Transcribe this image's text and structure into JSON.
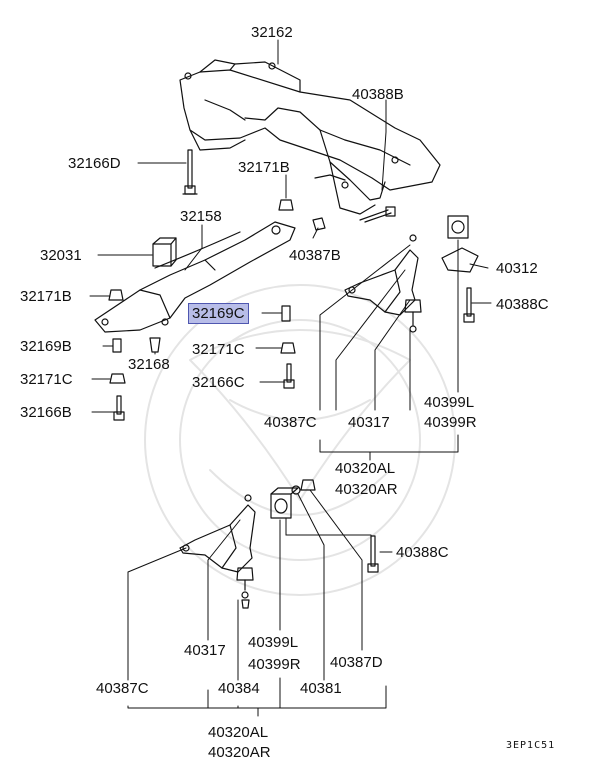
{
  "diagram": {
    "highlight_color": "#b8bde8",
    "line_color": "#111111",
    "watermark_color": "#e4e4e4",
    "labels": {
      "p32162": "32162",
      "p40388B": "40388B",
      "p32166D": "32166D",
      "p32171B_top": "32171B",
      "p32158": "32158",
      "p40387B": "40387B",
      "p32031": "32031",
      "p40312": "40312",
      "p32171B_left": "32171B",
      "p32169C": "32169C",
      "p40388C_top": "40388C",
      "p32169B": "32169B",
      "p32168": "32168",
      "p32171C_mid": "32171C",
      "p32171C_left": "32171C",
      "p32166C": "32166C",
      "p40399L_top": "40399L",
      "p32166B": "32166B",
      "p40387C_top": "40387C",
      "p40317_top": "40317",
      "p40399R_top": "40399R",
      "p40320AL_top": "40320AL",
      "p40320AR_top": "40320AR",
      "p40388C_bot": "40388C",
      "p40317_bot": "40317",
      "p40399L_bot": "40399L",
      "p40399R_bot": "40399R",
      "p40387D": "40387D",
      "p40387C_bot": "40387C",
      "p40384": "40384",
      "p40381": "40381",
      "p40320AL_bot": "40320AL",
      "p40320AR_bot": "40320AR"
    },
    "drawing_code": "3EP1C51"
  }
}
